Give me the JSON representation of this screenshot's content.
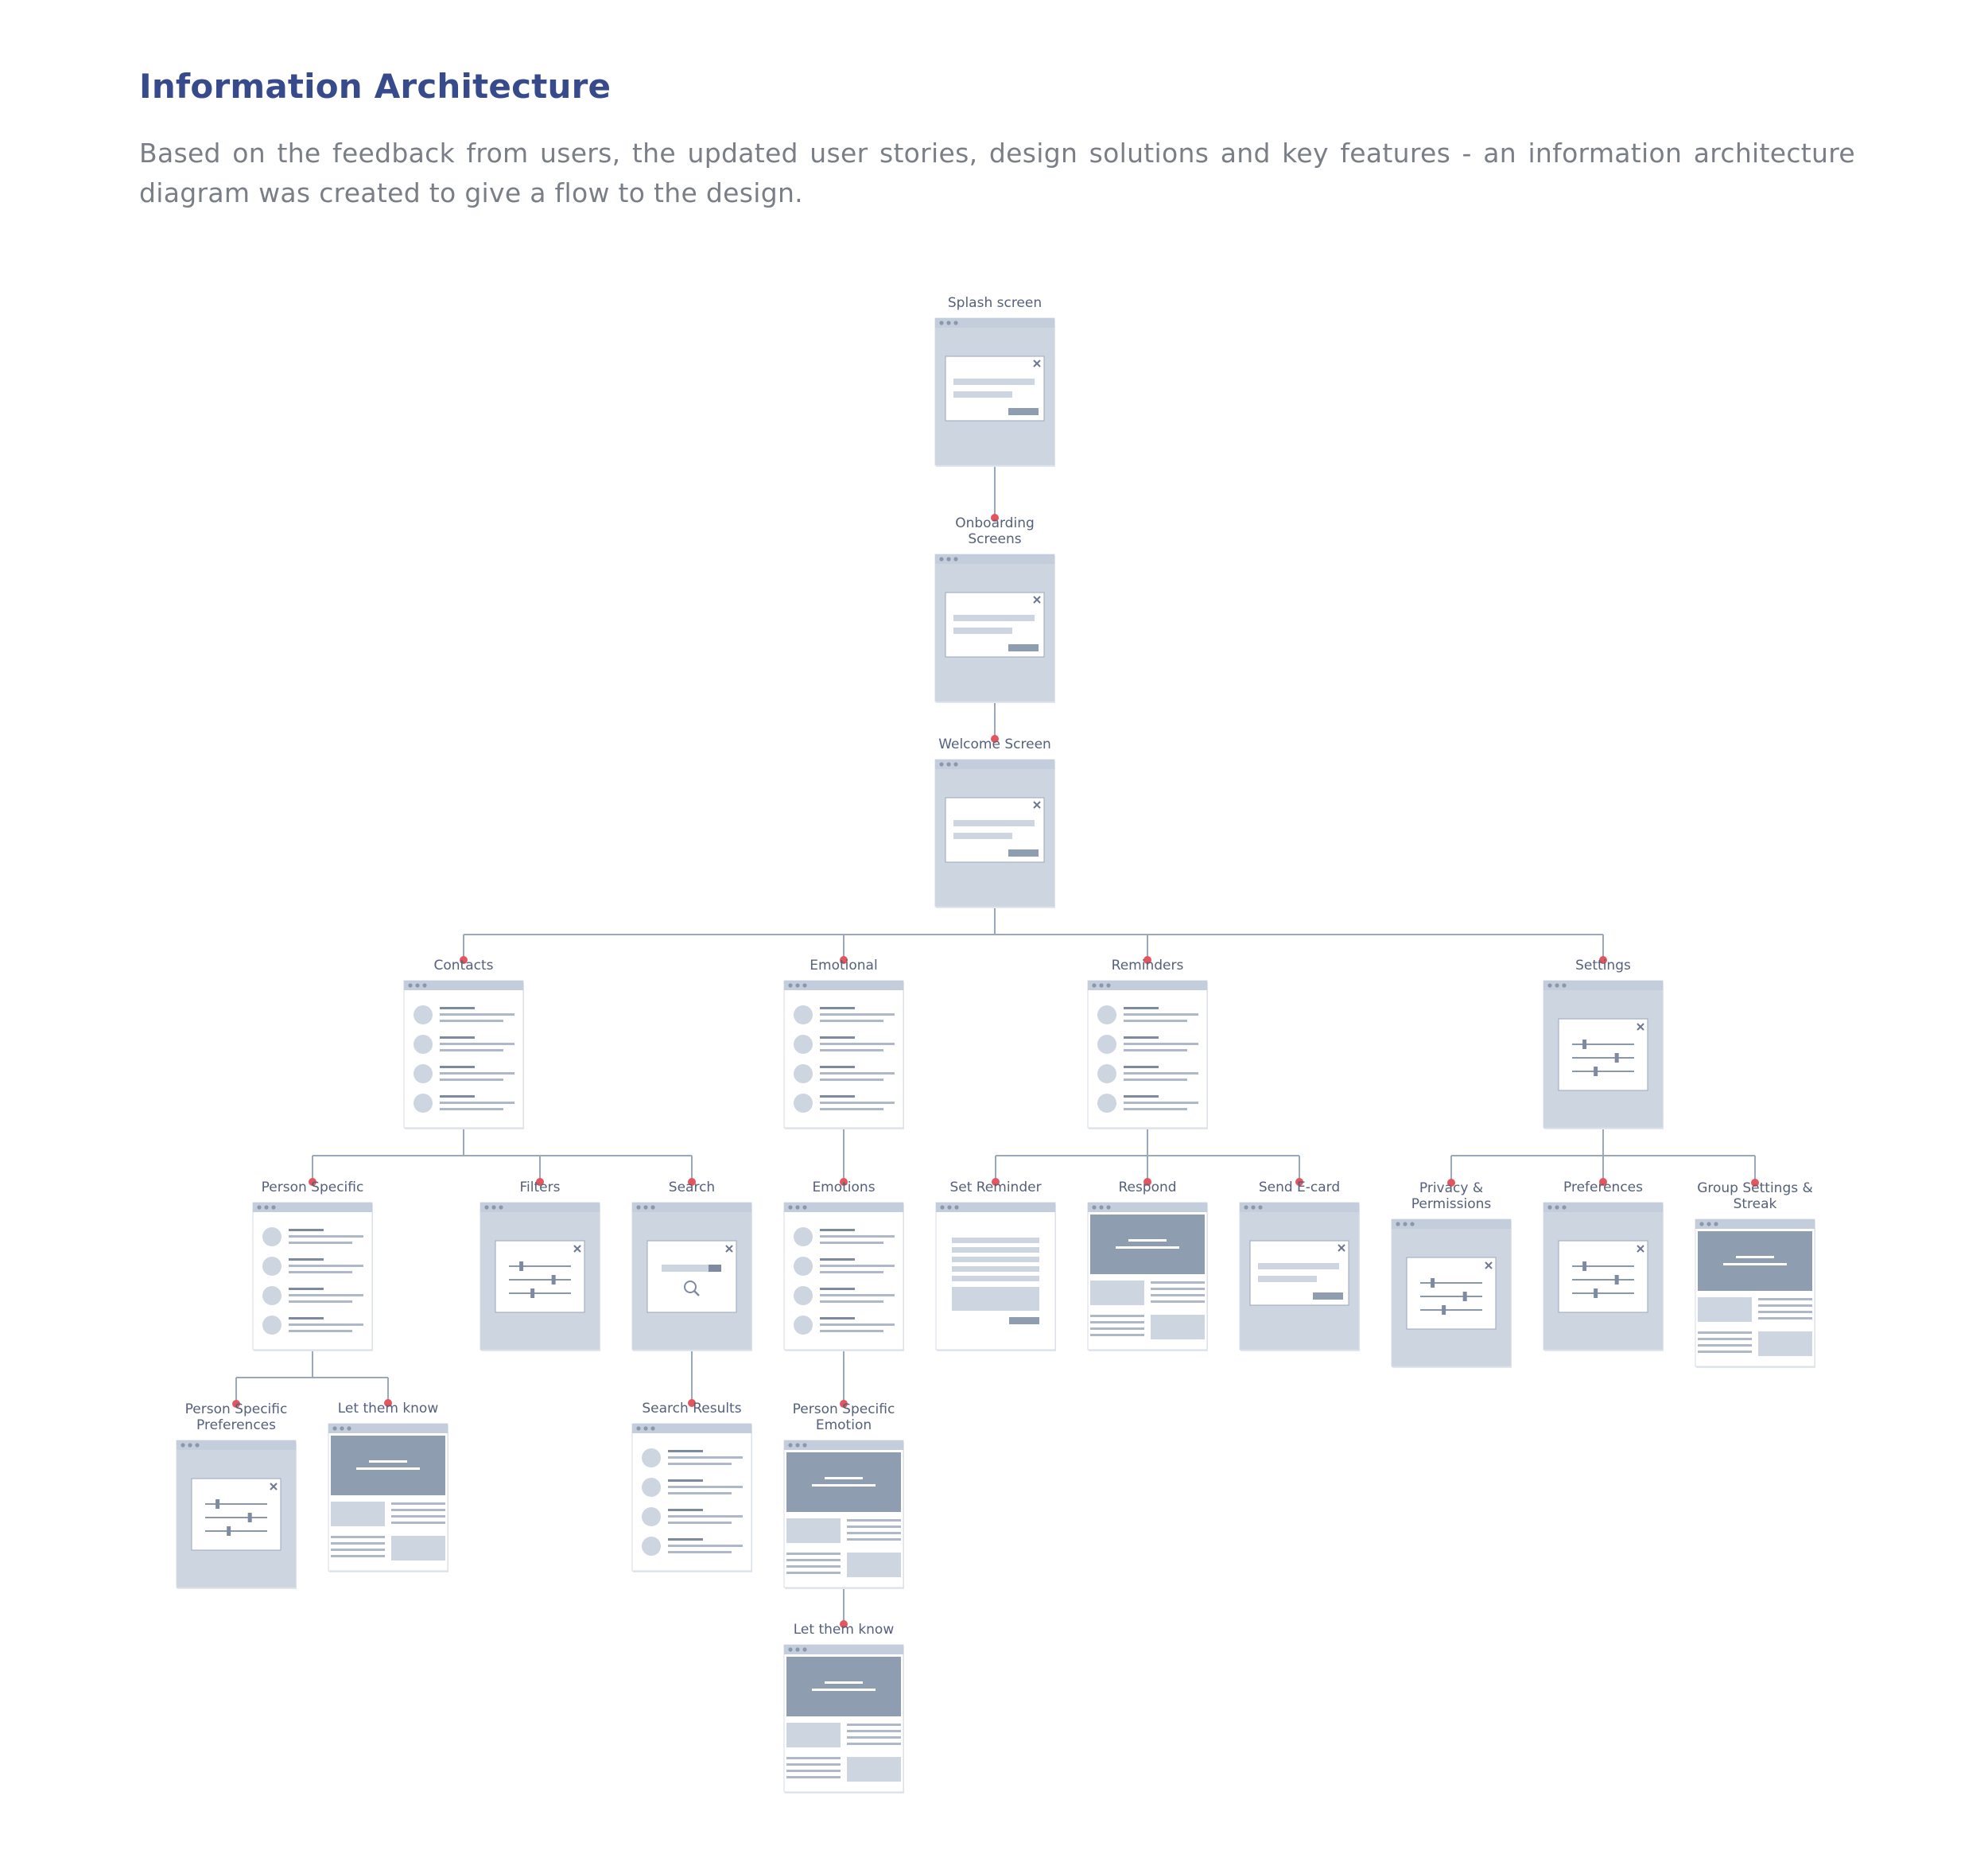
{
  "page": {
    "title": "Information Architecture",
    "intro": "Based on the feedback from users, the updated user stories, design solutions and key features - an information architecture diagram was created to give a flow to the design."
  },
  "colors": {
    "title": "#374a8c",
    "body_text": "#7a7f87",
    "label": "#55607c",
    "connector": "#9aa8be",
    "dot": "#e5555d",
    "screen_fill": "#cdd5e1",
    "screen_header": "#c4cddb",
    "content_block": "#8f9db0"
  },
  "diagram": {
    "nodes": [
      {
        "id": "splash",
        "label": [
          "Splash screen"
        ],
        "type": "modal",
        "parent": null
      },
      {
        "id": "onboarding",
        "label": [
          "Onboarding",
          "Screens"
        ],
        "type": "modal",
        "parent": "splash"
      },
      {
        "id": "welcome",
        "label": [
          "Welcome Screen"
        ],
        "type": "modal",
        "parent": "onboarding"
      },
      {
        "id": "contacts",
        "label": [
          "Contacts"
        ],
        "type": "list",
        "parent": "welcome"
      },
      {
        "id": "emotional",
        "label": [
          "Emotional"
        ],
        "type": "list",
        "parent": "welcome"
      },
      {
        "id": "reminders",
        "label": [
          "Reminders"
        ],
        "type": "list",
        "parent": "welcome"
      },
      {
        "id": "settings",
        "label": [
          "Settings"
        ],
        "type": "settings",
        "parent": "welcome"
      },
      {
        "id": "person_specific",
        "label": [
          "Person Specific"
        ],
        "type": "list",
        "parent": "contacts"
      },
      {
        "id": "filters",
        "label": [
          "Filters"
        ],
        "type": "settings",
        "parent": "contacts"
      },
      {
        "id": "search",
        "label": [
          "Search"
        ],
        "type": "search",
        "parent": "contacts"
      },
      {
        "id": "emotions",
        "label": [
          "Emotions"
        ],
        "type": "list",
        "parent": "emotional"
      },
      {
        "id": "set_reminder",
        "label": [
          "Set Reminder"
        ],
        "type": "form",
        "parent": "reminders"
      },
      {
        "id": "respond",
        "label": [
          "Respond"
        ],
        "type": "content",
        "parent": "reminders"
      },
      {
        "id": "send_ecard",
        "label": [
          "Send E-card"
        ],
        "type": "modal",
        "parent": "reminders"
      },
      {
        "id": "privacy",
        "label": [
          "Privacy &",
          "Permissions"
        ],
        "type": "settings",
        "parent": "settings"
      },
      {
        "id": "preferences",
        "label": [
          "Preferences"
        ],
        "type": "settings",
        "parent": "settings"
      },
      {
        "id": "group_settings",
        "label": [
          "Group Settings &",
          "Streak"
        ],
        "type": "content",
        "parent": "settings"
      },
      {
        "id": "ps_preferences",
        "label": [
          "Person Specific",
          "Preferences"
        ],
        "type": "settings",
        "parent": "person_specific"
      },
      {
        "id": "let_them_know_1",
        "label": [
          "Let them know"
        ],
        "type": "content",
        "parent": "person_specific"
      },
      {
        "id": "search_results",
        "label": [
          "Search Results"
        ],
        "type": "list",
        "parent": "search"
      },
      {
        "id": "ps_emotion",
        "label": [
          "Person Specific",
          "Emotion"
        ],
        "type": "content",
        "parent": "emotions"
      },
      {
        "id": "let_them_know_2",
        "label": [
          "Let them know"
        ],
        "type": "content",
        "parent": "ps_emotion"
      }
    ]
  }
}
